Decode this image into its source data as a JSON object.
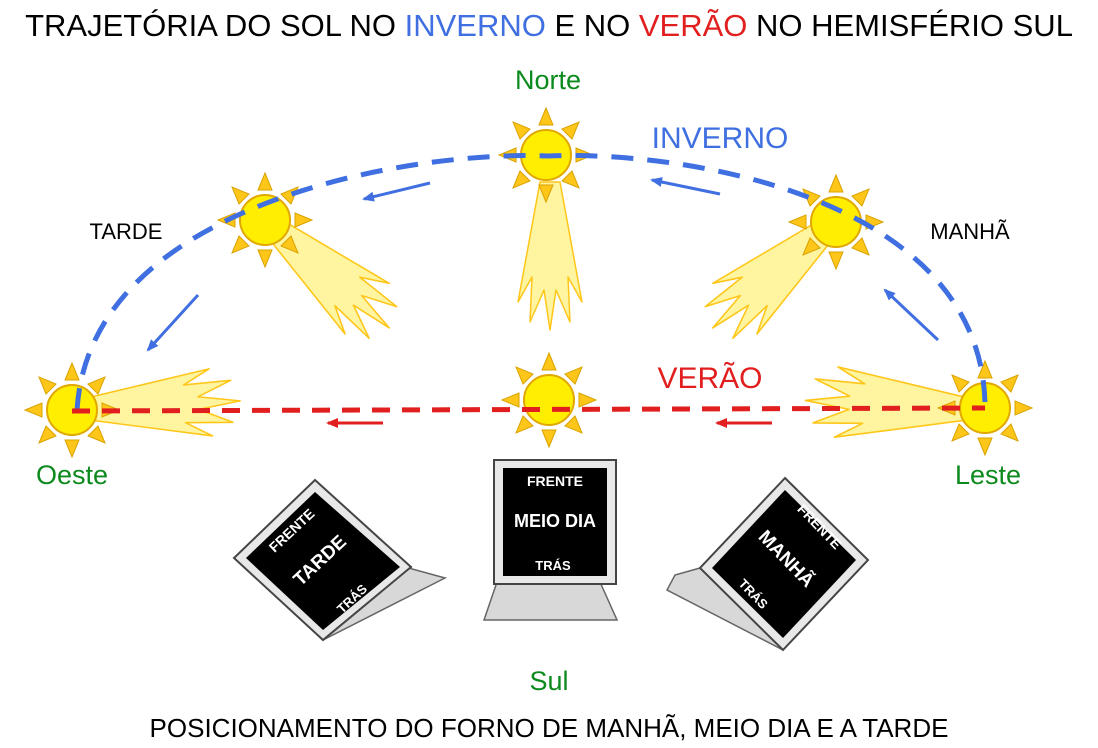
{
  "title": {
    "part1": "TRAJETÓRIA DO SOL NO ",
    "winter": "INVERNO",
    "part2": " E NO ",
    "summer": "VERÃO",
    "part3": " NO HEMISFÉRIO SUL"
  },
  "colors": {
    "winter": "#3f6fe0",
    "summer": "#e21f1f",
    "direction": "#0d8a1e",
    "sun": "#ffee00",
    "ray": "#ffc61a",
    "beam": "#fff5a0"
  },
  "directions": {
    "north": "Norte",
    "south": "Sul",
    "east": "Leste",
    "west": "Oeste"
  },
  "seasons": {
    "winter": "INVERNO",
    "summer": "VERÃO"
  },
  "times": {
    "afternoon": "TARDE",
    "morning": "MANHÃ"
  },
  "ovens": {
    "afternoon": {
      "front": "FRENTE",
      "main": "TARDE",
      "back": "TRÁS"
    },
    "noon": {
      "front": "FRENTE",
      "main": "MEIO DIA",
      "back": "TRÁS"
    },
    "morning": {
      "front": "FRENTE",
      "main": "MANHÃ",
      "back": "TRÁS"
    }
  },
  "caption": "POSICIONAMENTO DO FORNO DE MANHÃ, MEIO DIA E A TARDE",
  "icons": {
    "sun": "sun-icon",
    "arrow": "arrow-icon"
  }
}
